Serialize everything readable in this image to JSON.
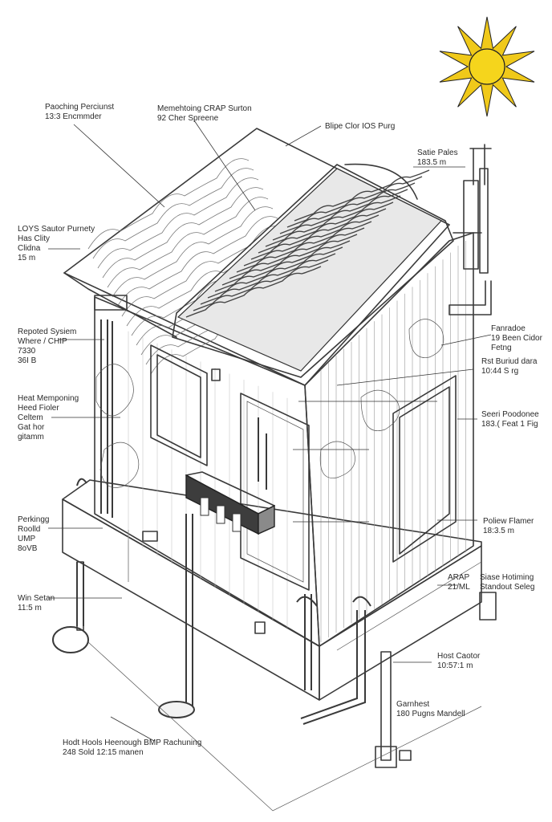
{
  "colors": {
    "sun_fill": "#f5d51c",
    "sun_ray": "#f0c91a",
    "ink": "#3a3a3a",
    "panel_fill": "#e6e6e6"
  },
  "icons": [
    "sun-icon"
  ],
  "labels": [
    {
      "id": "label-top-left",
      "lines": [
        "Paoching Perciunst",
        "13:3 Encmmder"
      ]
    },
    {
      "id": "label-top-center",
      "lines": [
        "Memehtoing CRAP Surton",
        "92 Cher Spreene"
      ]
    },
    {
      "id": "label-top-right",
      "lines": [
        "Blipe Clor IOS Purg"
      ]
    },
    {
      "id": "label-satie-pales",
      "lines": [
        "Satie Pales",
        "183.5 m"
      ]
    },
    {
      "id": "label-loys",
      "lines": [
        "LOYS Sautor Purnety",
        "Has Clity",
        "Clidna",
        "15 m"
      ]
    },
    {
      "id": "label-repoted",
      "lines": [
        "Repoted Sysiem",
        "Where / CHIP",
        "7330",
        "36I B"
      ]
    },
    {
      "id": "label-fanradoe",
      "lines": [
        "Fanradoe",
        "19 Been Cidor",
        "Fetng"
      ]
    },
    {
      "id": "label-rst-buriid",
      "lines": [
        "Rst Buriud dara",
        "10:44 S rg"
      ]
    },
    {
      "id": "label-heat",
      "lines": [
        "Heat Memponing",
        "Heed Fioler",
        "Celtem",
        "Gat hor",
        "gitamm"
      ]
    },
    {
      "id": "label-seeri",
      "lines": [
        "Seeri Poodonee",
        "183.( Feat 1 Fig"
      ]
    },
    {
      "id": "label-parking",
      "lines": [
        "Perkingg",
        "Roolld",
        "UMP",
        "8oVB"
      ]
    },
    {
      "id": "label-poliew",
      "lines": [
        "Poliew Flamer",
        "18:3.5 m"
      ]
    },
    {
      "id": "label-arap",
      "lines": [
        "ARAP",
        "21/ML"
      ]
    },
    {
      "id": "label-siase",
      "lines": [
        "Siase Hotiming",
        "Standout Seleg"
      ]
    },
    {
      "id": "label-win-setan",
      "lines": [
        "Win Setan",
        "11:5 m"
      ]
    },
    {
      "id": "label-host-caotor",
      "lines": [
        "Host Caotor",
        "10:57:1 m"
      ]
    },
    {
      "id": "label-garnhest",
      "lines": [
        "Garnhest",
        "180 Pugns Mandell"
      ]
    },
    {
      "id": "label-bottom",
      "lines": [
        "Hodt Hools Heenough BMP Rachuning",
        "248 Sold 12:15 manen"
      ]
    }
  ]
}
